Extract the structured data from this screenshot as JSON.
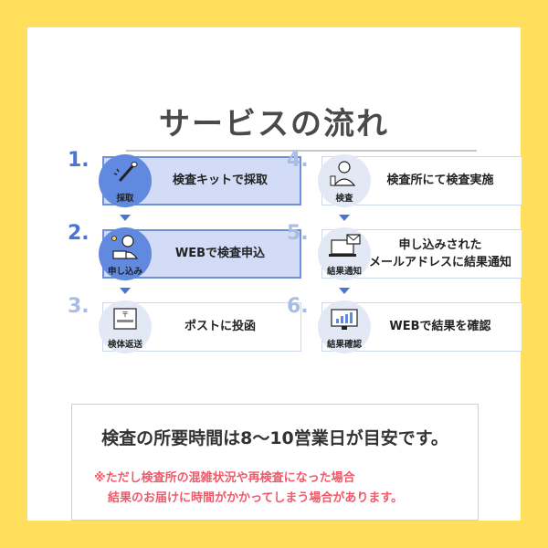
{
  "title": "サービスの流れ",
  "colors": {
    "background": "#ffdf5c",
    "accent": "#4a74d6",
    "faded_number": "#a9bde4",
    "note": "#ef5a6a"
  },
  "steps": [
    {
      "number": "1.",
      "label": "検査キットで採取",
      "icon_label": "採取",
      "icon": "swab-icon",
      "active": true
    },
    {
      "number": "2.",
      "label": "WEBで検査申込",
      "icon_label": "申し込み",
      "icon": "person-laptop-icon",
      "active": true
    },
    {
      "number": "3.",
      "label": "ポストに投函",
      "icon_label": "検体返送",
      "icon": "mailbox-icon",
      "active": false
    },
    {
      "number": "4.",
      "label": "検査所にて検査実施",
      "icon_label": "検査",
      "icon": "lab-worker-icon",
      "active": false
    },
    {
      "number": "5.",
      "label_lines": [
        "申し込みされた",
        "メールアドレスに結果通知"
      ],
      "icon_label": "結果通知",
      "icon": "laptop-mail-icon",
      "active": false
    },
    {
      "number": "6.",
      "label": "WEBで結果を確認",
      "icon_label": "結果確認",
      "icon": "monitor-chart-icon",
      "active": false
    }
  ],
  "notice": {
    "main": "検査の所要時間は8〜10営業日が目安です。",
    "note_line1": "※ただし検査所の混雑状況や再検査になった場合",
    "note_line2": "結果のお届けに時間がかかってしまう場合があります。"
  }
}
